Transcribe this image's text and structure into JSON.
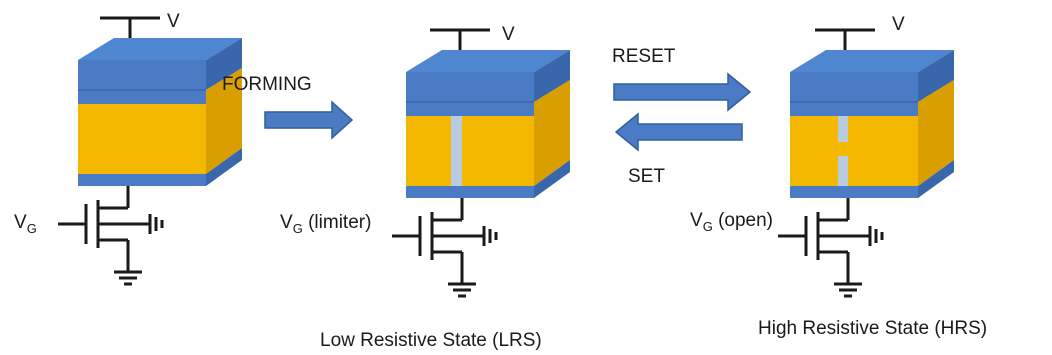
{
  "labels": {
    "voltage": "V",
    "gate_symbol": "V",
    "gate_subscript": "G",
    "gate_limiter_suffix": " (limiter)",
    "gate_open_suffix": " (open)",
    "forming": "FORMING",
    "reset": "RESET",
    "set": "SET",
    "lrs_caption": "Low Resistive State (LRS)",
    "hrs_caption": "High Resistive State (HRS)"
  },
  "colors": {
    "electrode_top": "#4a7bc4",
    "electrode_side": "#3a66ab",
    "oxide_front": "#f5b800",
    "oxide_side": "#d99e00",
    "filament": "#b8cbe0",
    "arrow_fill": "#4a7bc4",
    "arrow_stroke": "#2f5f9c",
    "wire": "#1a1a1a"
  },
  "cells": [
    {
      "state": "pristine",
      "filament": "none"
    },
    {
      "state": "lrs",
      "filament": "continuous"
    },
    {
      "state": "hrs",
      "filament": "ruptured"
    }
  ]
}
